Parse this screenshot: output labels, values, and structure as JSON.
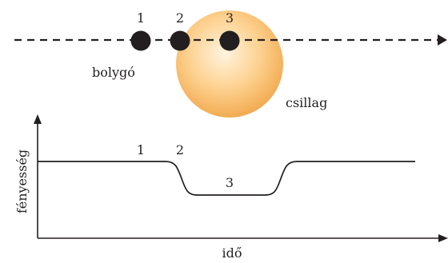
{
  "top": {
    "positions": [
      "1",
      "2",
      "3"
    ],
    "planet_label": "bolygó",
    "star_label": "csillag"
  },
  "graph": {
    "ylabel": "fényesség",
    "xlabel": "idő",
    "points": [
      "1",
      "2",
      "3"
    ]
  },
  "colors": {
    "ink": "#231f20",
    "star_center": "#fff4df",
    "star_mid": "#fdd08e",
    "star_edge": "#f1a94e"
  }
}
